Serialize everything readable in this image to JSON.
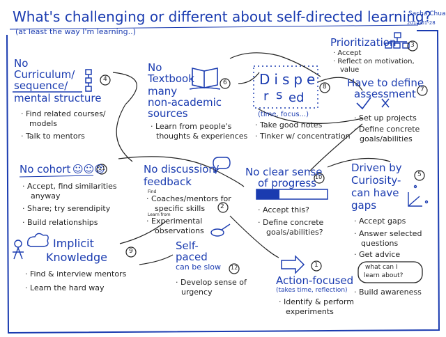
{
  "title": "What's challenging or different about self-directed learning?",
  "subtitle": "(at least the way I'm learning..)",
  "author": "Sacha Chua",
  "date": "2014-01-28",
  "colors": {
    "ink_blue": "#1a3bb0",
    "ink_black": "#222222",
    "paper": "#ffffff"
  },
  "sections": {
    "curriculum": {
      "heading": [
        "No",
        "Curriculum/",
        "sequence/",
        "mental structure"
      ],
      "number": "4",
      "items": [
        "· Find related courses/",
        "models",
        "· Talk to mentors"
      ]
    },
    "textbook": {
      "heading": [
        "No",
        "Textbook",
        "many",
        "non-academic",
        "sources"
      ],
      "number": "6",
      "items": [
        "· Learn from people's",
        "thoughts & experiences"
      ]
    },
    "dispersed": {
      "heading": [
        "Disp",
        "e",
        "r",
        "s",
        "ed"
      ],
      "number": "8",
      "note": "(time, focus...)",
      "items": [
        "· Take good notes",
        "· Tinker w/ concentration"
      ]
    },
    "prioritization": {
      "heading": "Prioritization",
      "number": "3",
      "items": [
        "· Accept",
        "· Reflect on motivation,",
        "value"
      ]
    },
    "assessment": {
      "heading": [
        "Have to define",
        "assessment"
      ],
      "number": "7",
      "items": [
        "· Set up projects",
        "· Define concrete",
        "goals/abilities"
      ]
    },
    "cohort": {
      "heading": "No cohort",
      "number": "11",
      "items": [
        "· Accept, find similarities",
        "anyway",
        "· Share; try serendipity",
        "· Build relationships"
      ]
    },
    "discussion": {
      "heading": [
        "No discussion/",
        "feedback"
      ],
      "number": "2",
      "items": [
        "· Coaches/mentors for",
        "specific skills",
        "· Experimental",
        "observations"
      ],
      "notes": [
        "Find",
        "Learn from"
      ]
    },
    "progress": {
      "heading": [
        "No clear sense",
        "of progress"
      ],
      "number": "10",
      "items": [
        "· Accept this?",
        "· Define concrete",
        "goals/abilities?"
      ]
    },
    "curiosity": {
      "heading": [
        "Driven by",
        "Curiosity-",
        "can have",
        "gaps"
      ],
      "number": "5",
      "items": [
        "· Accept gaps",
        "· Answer selected",
        "questions",
        "· Get advice",
        "· Build awareness"
      ],
      "bubble": [
        "what can I",
        "learn about?"
      ]
    },
    "implicit": {
      "heading": [
        "Implicit",
        "Knowledge"
      ],
      "number": "9",
      "items": [
        "· Find & interview mentors",
        "· Learn the hard way"
      ]
    },
    "selfpaced": {
      "heading": [
        "Self-",
        "paced",
        "can be slow"
      ],
      "number": "12",
      "items": [
        "· Develop sense of",
        "urgency"
      ]
    },
    "action": {
      "heading": "Action-focused",
      "note": "(takes time, reflection)",
      "number": "1",
      "items": [
        "· Identify & perform",
        "experiments"
      ]
    }
  }
}
